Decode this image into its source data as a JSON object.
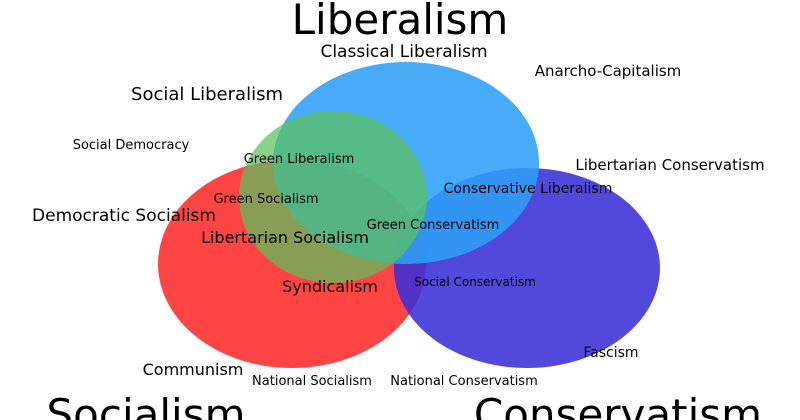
{
  "colors": {
    "liberalism": "#2d9ff6",
    "green": "#5cc15c",
    "socialism": "#ff2a2a",
    "conservatism": "#3a2fd6",
    "background": "#ffffff",
    "text": "#000000"
  },
  "sets": [
    {
      "id": "liberalism",
      "label": "Liberalism"
    },
    {
      "id": "socialism",
      "label": "Socialism"
    },
    {
      "id": "conservatism",
      "label": "Conservatism"
    }
  ],
  "labels": {
    "classical_liberalism": "Classical Liberalism",
    "anarcho_capitalism": "Anarcho-Capitalism",
    "social_liberalism": "Social Liberalism",
    "social_democracy": "Social Democracy",
    "green_liberalism": "Green Liberalism",
    "libertarian_conservatism": "Libertarian Conservatism",
    "conservative_liberalism": "Conservative Liberalism",
    "green_socialism": "Green Socialism",
    "democratic_socialism": "Democratic Socialism",
    "green_conservatism": "Green Conservatism",
    "libertarian_socialism": "Libertarian Socialism",
    "syndicalism": "Syndicalism",
    "social_conservatism": "Social Conservatism",
    "fascism": "Fascism",
    "communism": "Communism",
    "national_socialism": "National Socialism",
    "national_conservatism": "National Conservatism"
  }
}
